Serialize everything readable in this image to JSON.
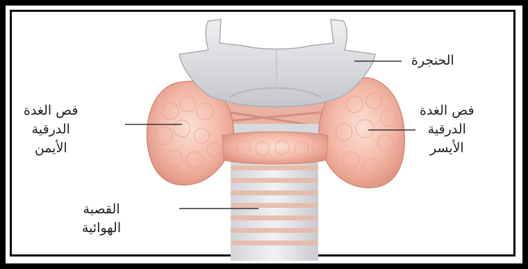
{
  "labels": {
    "larynx": "الحنجرة",
    "right_lobe": [
      "فص الغدة",
      "الدرقية",
      "الأيمن"
    ],
    "left_lobe": [
      "فص الغدة",
      "الدرقية",
      "الأيسر"
    ],
    "trachea": [
      "القصبة",
      "الهوائية"
    ]
  },
  "colors": {
    "frame": "#000000",
    "background": "#ffffff",
    "gland": "#f3b7a6",
    "gland_dark": "#e29a88",
    "cartilage": "#d9dadd",
    "cartilage_shade": "#bfc1c6",
    "trachea_ring": "#e8b9a8",
    "leader_line": "#333333"
  }
}
